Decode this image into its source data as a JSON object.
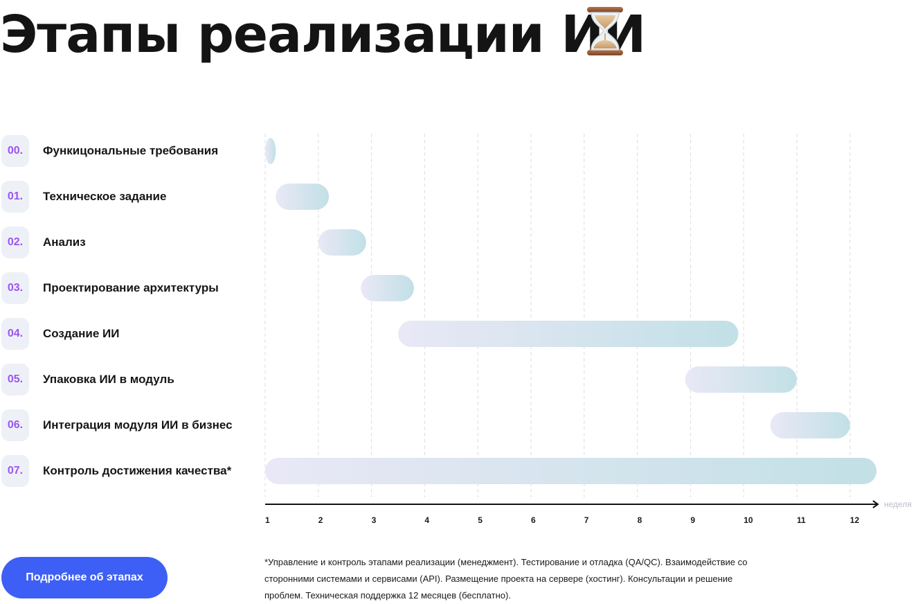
{
  "header": {
    "title": "Этапы реализации ИИ"
  },
  "icons": {
    "title_icon": "hourglass-icon"
  },
  "colors": {
    "accent": "#3d5ff5",
    "stage_number": "#9a55f2",
    "bar_start": "#e9e8f6",
    "bar_end": "#c2e0e6"
  },
  "stages": [
    {
      "num": "00.",
      "label": "Функицональные требования"
    },
    {
      "num": "01.",
      "label": "Техническое задание"
    },
    {
      "num": "02.",
      "label": "Анализ"
    },
    {
      "num": "03.",
      "label": "Проектирование архитектуры"
    },
    {
      "num": "04.",
      "label": "Создание ИИ"
    },
    {
      "num": "05.",
      "label": "Упаковка ИИ в модуль"
    },
    {
      "num": "06.",
      "label": "Интеграция модуля ИИ в бизнес"
    },
    {
      "num": "07.",
      "label": "Контроль достижения качества*"
    }
  ],
  "chart_data": {
    "type": "gantt",
    "xlabel": "неделя",
    "xticks": [
      "1",
      "2",
      "3",
      "4",
      "5",
      "6",
      "7",
      "8",
      "9",
      "10",
      "11",
      "12"
    ],
    "xlim": [
      1,
      12.5
    ],
    "grid": true,
    "tasks": [
      {
        "name": "Функицональные требования",
        "start": 1.0,
        "end": 1.2
      },
      {
        "name": "Техническое задание",
        "start": 1.2,
        "end": 2.2
      },
      {
        "name": "Анализ",
        "start": 2.0,
        "end": 2.9
      },
      {
        "name": "Проектирование архитектуры",
        "start": 2.8,
        "end": 3.8
      },
      {
        "name": "Создание ИИ",
        "start": 3.5,
        "end": 9.9
      },
      {
        "name": "Упаковка ИИ в модуль",
        "start": 8.9,
        "end": 11.0
      },
      {
        "name": "Интеграция модуля ИИ в бизнес",
        "start": 10.5,
        "end": 12.0
      },
      {
        "name": "Контроль достижения качества*",
        "start": 1.0,
        "end": 12.5
      }
    ]
  },
  "cta": {
    "label": "Подробнее об этапах"
  },
  "footnote": {
    "text": "*Управление и контроль этапами реализации (менеджмент). Тестирование и отладка (QA/QC). Взаимодействие со сторонними системами и сервисами (API). Размещение проекта на сервере (хостинг). Консультации и решение проблем. Техническая поддержка 12 месяцев (бесплатно)."
  }
}
